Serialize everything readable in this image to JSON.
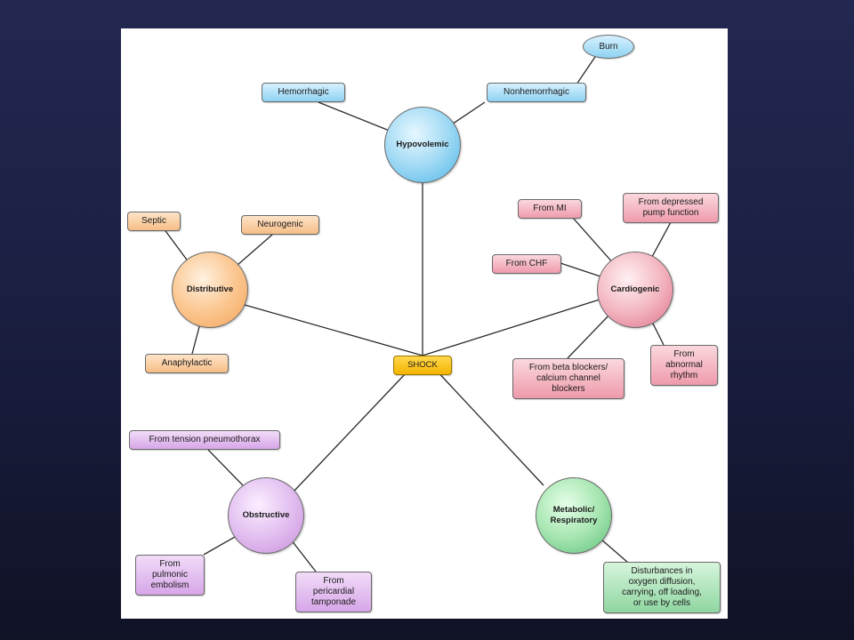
{
  "diagram": {
    "center": {
      "label": "SHOCK",
      "color": "#f4b400"
    },
    "categories": [
      {
        "id": "hypovolemic",
        "label": "Hypovolemic",
        "color": "#4fb6e8",
        "children": [
          "Hemorrhagic",
          "Nonhemorrhagic",
          "Burn"
        ]
      },
      {
        "id": "distributive",
        "label": "Distributive",
        "color": "#f2a45a",
        "children": [
          "Septic",
          "Neurogenic",
          "Anaphylactic"
        ]
      },
      {
        "id": "cardiogenic",
        "label": "Cardiogenic",
        "color": "#e0708a",
        "children": [
          "From MI",
          "From depressed\npump function",
          "From CHF",
          "From beta blockers/\ncalcium channel\nblockers",
          "From\nabnormal\nrhythm"
        ]
      },
      {
        "id": "obstructive",
        "label": "Obstructive",
        "color": "#c98fdc",
        "children": [
          "From tension pneumothorax",
          "From\npulmonic\nembolism",
          "From\npericardial\ntamponade"
        ]
      },
      {
        "id": "metabolic",
        "label": "Metabolic/\nRespiratory",
        "color": "#5cc07a",
        "children": [
          "Disturbances in\noxygen diffusion,\ncarrying, off loading,\nor use by cells"
        ]
      }
    ]
  }
}
